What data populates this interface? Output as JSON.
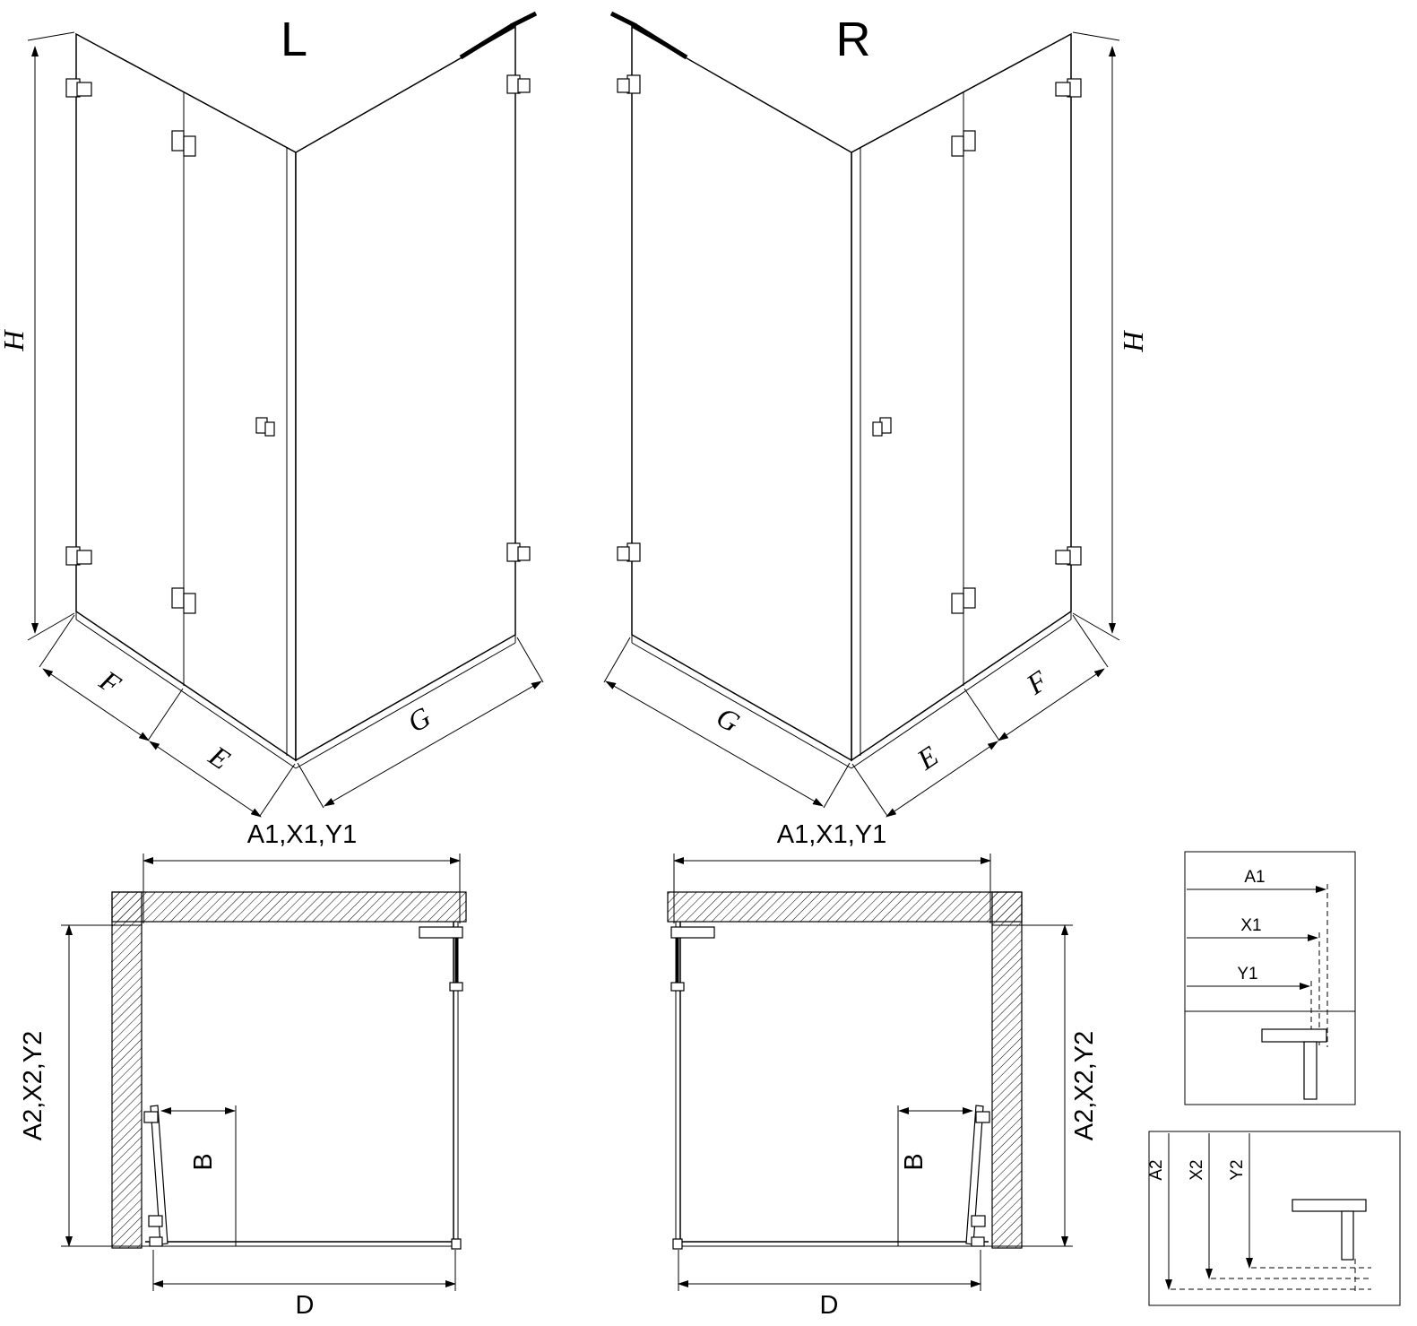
{
  "iso_left": {
    "title": "L",
    "h": "H",
    "f": "F",
    "e": "E",
    "g": "G"
  },
  "iso_right": {
    "title": "R",
    "h": "H",
    "f": "F",
    "e": "E",
    "g": "G"
  },
  "plan_left": {
    "width": "A1,X1,Y1",
    "depth": "A2,X2,Y2",
    "entry": "B",
    "base": "D"
  },
  "plan_right": {
    "width": "A1,X1,Y1",
    "depth": "A2,X2,Y2",
    "entry": "B",
    "base": "D"
  },
  "detail_widths": {
    "a1": "A1",
    "x1": "X1",
    "y1": "Y1"
  },
  "detail_depths": {
    "a2": "A2",
    "x2": "X2",
    "y2": "Y2"
  },
  "colors": {
    "line": "#000000",
    "background": "#ffffff"
  }
}
